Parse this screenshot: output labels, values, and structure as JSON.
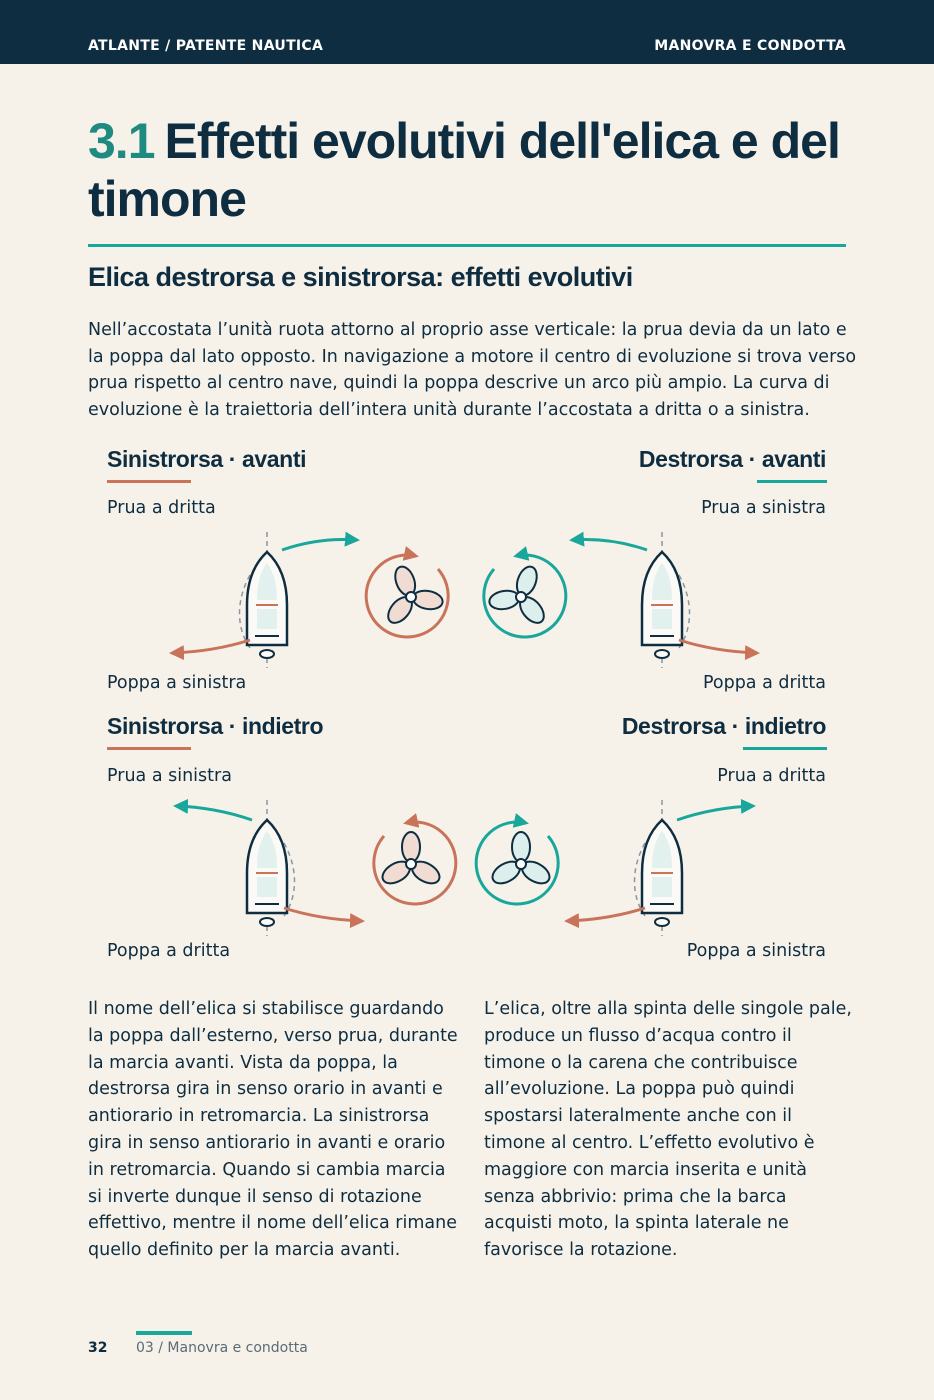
{
  "header": {
    "left": "ATLANTE / PATENTE NAUTICA",
    "right": "MANOVRA E CONDOTTA"
  },
  "title": {
    "number": "3.1",
    "text": "Effetti evolutivi dell'elica e del timone"
  },
  "subtitle": "Elica destrorsa e sinistrorsa: effetti evolutivi",
  "intro": "Nell’accostata l’unità ruota attorno al proprio asse verticale: la prua devia da un lato e la poppa dal lato opposto. In navigazione a motore il centro di evoluzione si trova verso prua rispetto al centro nave, quindi la poppa descrive un arco più ampio. La curva di evoluzione è la traiettoria dell’intera unità durante l’accostata a dritta o a sinistra.",
  "panels": [
    {
      "heading": "Sinistrorsa · avanti",
      "bow": "Prua a dritta",
      "stern": "Poppa a sinistra"
    },
    {
      "heading": "Destrorsa · avanti",
      "bow": "Prua a sinistra",
      "stern": "Poppa a dritta"
    },
    {
      "heading": "Sinistrorsa · indietro",
      "bow": "Prua a sinistra",
      "stern": "Poppa a dritta"
    },
    {
      "heading": "Destrorsa · indietro",
      "bow": "Prua a dritta",
      "stern": "Poppa a sinistra"
    }
  ],
  "colors": {
    "navy": "#0f2d40",
    "teal": "#1aa79b",
    "terracotta": "#c9735a",
    "paper": "#f6f2ea",
    "hull": "#e3f1ee"
  },
  "icons": [
    "boat-icon",
    "propeller-icon",
    "rotation-arrow-icon",
    "bow-arrow-icon",
    "stern-arrow-icon"
  ],
  "columns": {
    "left": "Il nome dell’elica si stabilisce guardando la poppa dall’esterno, verso prua, durante la marcia avanti. Vista da poppa, la destrorsa gira in senso orario in avanti e antiorario in retromarcia. La sinistrorsa gira in senso antiorario in avanti e orario in retromarcia. Quando si cambia marcia si inverte dunque il senso di rotazione effettivo, mentre il nome dell’elica rimane quello definito per la marcia avanti.",
    "right": "L’elica, oltre alla spinta delle singole pale, produce un flusso d’acqua contro il timone o la carena che contribuisce all’evoluzione. La poppa può quindi spostarsi lateralmente anche con il timone al centro. L’effetto evolutivo è maggiore con marcia inserita e unità senza abbrivio: prima che la barca acquisti moto, la spinta laterale ne favorisce la rotazione."
  },
  "footer": {
    "page": "32",
    "section": "03 / Manovra e condotta"
  }
}
